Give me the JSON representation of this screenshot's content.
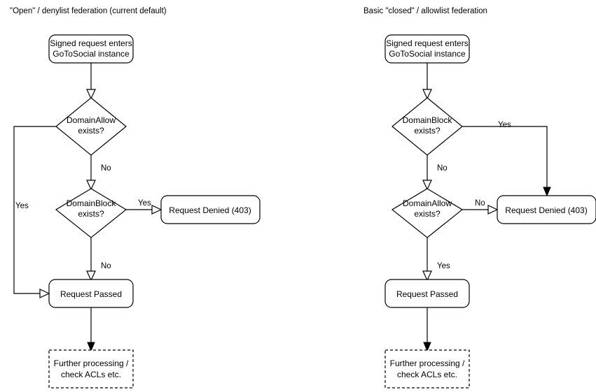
{
  "diagram": {
    "title": "GoToSocial federation request handling flowcharts",
    "background_color": "#ffffff",
    "line_color": "#000000",
    "text_color": "#000000"
  },
  "columns": [
    {
      "id": "open-denylist",
      "heading": "\"Open\" / denylist federation (current default)",
      "nodes": {
        "start": "Signed request enters\nGoToSocial instance",
        "start_line1": "Signed request enters",
        "start_line2": "GoToSocial instance",
        "decision1_line1": "DomainAllow",
        "decision1_line2": "exists?",
        "decision2_line1": "DomainBlock",
        "decision2_line2": "exists?",
        "denied": "Request Denied (403)",
        "passed": "Request Passed",
        "further_line1": "Further processing /",
        "further_line2": "check ACLs etc."
      },
      "edge_labels": {
        "allow_yes": "Yes",
        "allow_no": "No",
        "block_yes": "Yes",
        "block_no": "No"
      }
    },
    {
      "id": "closed-allowlist",
      "heading": "Basic \"closed\" / allowlist federation",
      "nodes": {
        "start": "Signed request enters\nGoToSocial instance",
        "start_line1": "Signed request enters",
        "start_line2": "GoToSocial instance",
        "decision1_line1": "DomainBlock",
        "decision1_line2": "exists?",
        "decision2_line1": "DomainAllow",
        "decision2_line2": "exists?",
        "denied": "Request Denied (403)",
        "passed": "Request Passed",
        "further_line1": "Further processing /",
        "further_line2": "check ACLs etc."
      },
      "edge_labels": {
        "block_yes": "Yes",
        "block_no": "No",
        "allow_no": "No",
        "allow_yes": "Yes"
      }
    }
  ]
}
